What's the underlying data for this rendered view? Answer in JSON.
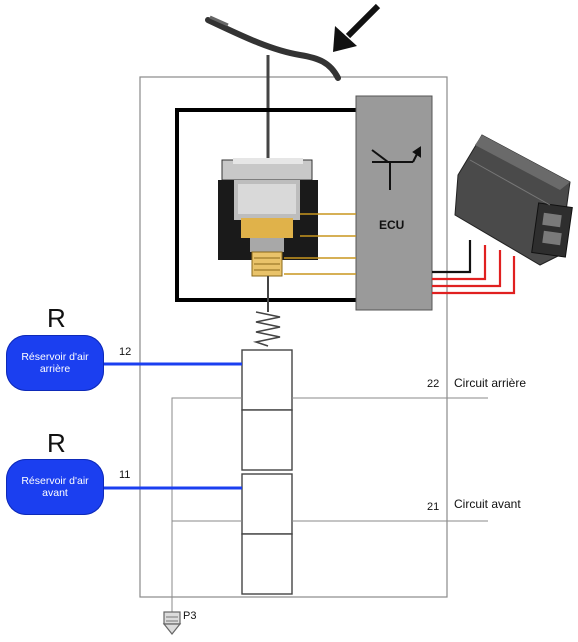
{
  "labels": {
    "r_top": "R",
    "r_bottom": "R",
    "tank_rear": "Réservoir d'air\narrière",
    "tank_front": "Réservoir d'air\navant",
    "port_12": "12",
    "port_11": "11",
    "port_22": "22",
    "port_21": "21",
    "circuit_rear": "Circuit arrière",
    "circuit_front": "Circuit avant",
    "exhaust": "P3",
    "ecu": "ECU"
  },
  "colors": {
    "pipe_blue": "#1b3ff0",
    "ecu_gray": "#9a9a9a",
    "wire_red": "#e02020",
    "wire_gold": "#c8961e",
    "line_gray": "#8a8a8a"
  }
}
